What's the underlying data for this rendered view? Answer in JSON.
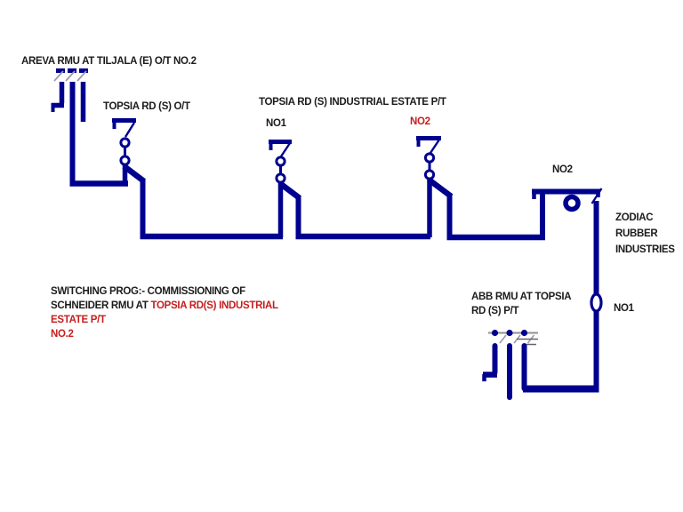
{
  "colors": {
    "line_blue": "#00008f",
    "text_black": "#1c1c1c",
    "highlight_red": "#c41e1e",
    "blade_gray": "#9a9aac",
    "background": "#ffffff"
  },
  "labels": {
    "areva_rmu": "AREVA RMU AT TILJALA (E) O/T NO.2",
    "topsia_ot": "TOPSIA RD (S) O/T",
    "industrial_title": "TOPSIA RD (S) INDUSTRIAL ESTATE P/T",
    "no1_left": "NO1",
    "no2_left": "NO2",
    "no2_right": "NO2",
    "zodiac_line1": "ZODIAC",
    "zodiac_line2": "RUBBER",
    "zodiac_line3": "INDUSTRIES",
    "abb_line1": "ABB RMU AT TOPSIA",
    "abb_line2": "RD (S) P/T",
    "no1_right": "NO1"
  },
  "note": {
    "line1": "SWITCHING PROG:- COMMISSIONING OF",
    "line2_black": "SCHNEIDER RMU AT ",
    "line2_red": "TOPSIA RD(S) INDUSTRIAL",
    "line3_red": "ESTATE P/T",
    "line4_red": "NO.2"
  }
}
